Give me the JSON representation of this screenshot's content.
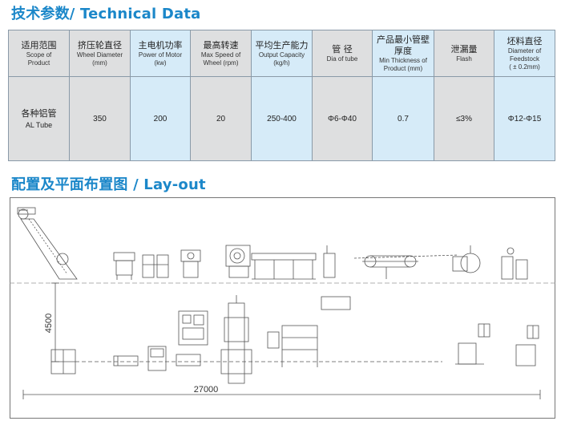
{
  "section1_title": "技术参数/ Technical Data",
  "section2_title": "配置及平面布置图 / Lay-out",
  "columns": [
    {
      "zh": "适用范围",
      "en1": "Scope of",
      "en2": "Product",
      "bg": "gray"
    },
    {
      "zh": "挤压轮直径",
      "en1": "Wheel Diameter",
      "en2": "(mm)",
      "bg": "gray"
    },
    {
      "zh": "主电机功率",
      "en1": "Power of Motor",
      "en2": "(kw)",
      "bg": "blue"
    },
    {
      "zh": "最高转速",
      "en1": "Max Speed of",
      "en2": "Wheel (rpm)",
      "bg": "gray"
    },
    {
      "zh": "平均生产能力",
      "en1": "Output Capacity",
      "en2": "(kg/h)",
      "bg": "blue"
    },
    {
      "zh": "管 径",
      "en1": "Dia of tube",
      "en2": "",
      "bg": "gray"
    },
    {
      "zh": "产品最小管壁厚度",
      "en1": "Min Thickness of",
      "en2": "Product (mm)",
      "bg": "blue"
    },
    {
      "zh": "泄漏量",
      "en1": "Flash",
      "en2": "",
      "bg": "gray"
    },
    {
      "zh": "坯料直径",
      "en1": "Diameter of Feedstock",
      "en2": "( ± 0.2mm)",
      "bg": "blue"
    }
  ],
  "row": {
    "product_zh": "各种铝管",
    "product_en": "AL Tube",
    "wheel_diameter": "350",
    "motor_power": "200",
    "max_speed": "20",
    "output": "250-400",
    "tube_dia": "Φ6-Φ40",
    "min_thickness": "0.7",
    "flash": "≤3%",
    "feedstock_dia": "Φ12-Φ15"
  },
  "layout": {
    "dim_width": "27000",
    "dim_height": "4500"
  },
  "colors": {
    "title": "#1b87c9",
    "header_gray": "#dedfe0",
    "header_blue": "#d6ebf8",
    "line": "#8a9aa8"
  }
}
